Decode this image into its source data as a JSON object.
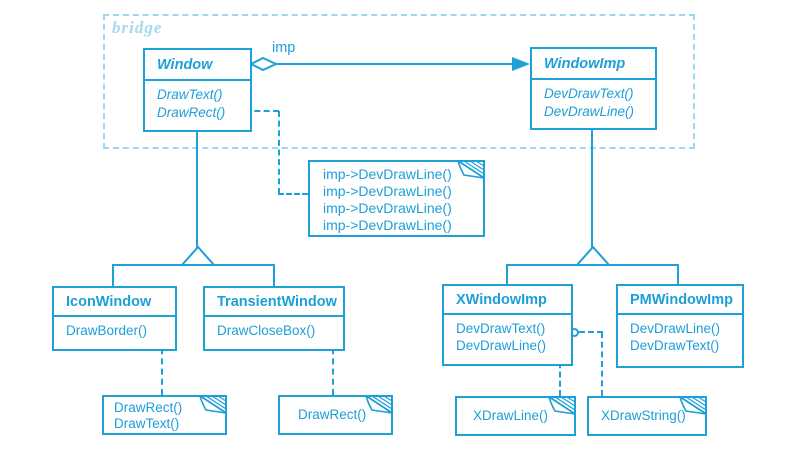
{
  "diagram": {
    "frame_label": "bridge",
    "association_label": "imp",
    "colors": {
      "primary": "#1d9fd8",
      "frame_light": "#9ed7ef",
      "background": "#ffffff"
    }
  },
  "classes": {
    "window": {
      "name": "Window",
      "abstract": true,
      "ops": [
        "DrawText()",
        "DrawRect()"
      ]
    },
    "windowimp": {
      "name": "WindowImp",
      "abstract": true,
      "ops": [
        "DevDrawText()",
        "DevDrawLine()"
      ]
    },
    "iconwindow": {
      "name": "IconWindow",
      "abstract": false,
      "ops": [
        "DrawBorder()"
      ]
    },
    "transientwindow": {
      "name": "TransientWindow",
      "abstract": false,
      "ops": [
        "DrawCloseBox()"
      ]
    },
    "xwindowimp": {
      "name": "XWindowImp",
      "abstract": false,
      "ops": [
        "DevDrawText()",
        "DevDrawLine()"
      ]
    },
    "pmwindowimp": {
      "name": "PMWindowImp",
      "abstract": false,
      "ops": [
        "DevDrawLine()",
        "DevDrawText()"
      ]
    }
  },
  "notes": {
    "imp_note": {
      "lines": [
        "imp->DevDrawLine()",
        "imp->DevDrawLine()",
        "imp->DevDrawLine()",
        "imp->DevDrawLine()"
      ]
    },
    "iconwindow_note": {
      "lines": [
        "DrawRect()",
        "DrawText()"
      ]
    },
    "transient_note": {
      "lines": [
        "DrawRect()"
      ]
    },
    "xdrawline_note": {
      "lines": [
        "XDrawLine()"
      ]
    },
    "xdrawstring_note": {
      "lines": [
        "XDrawString()"
      ]
    }
  }
}
